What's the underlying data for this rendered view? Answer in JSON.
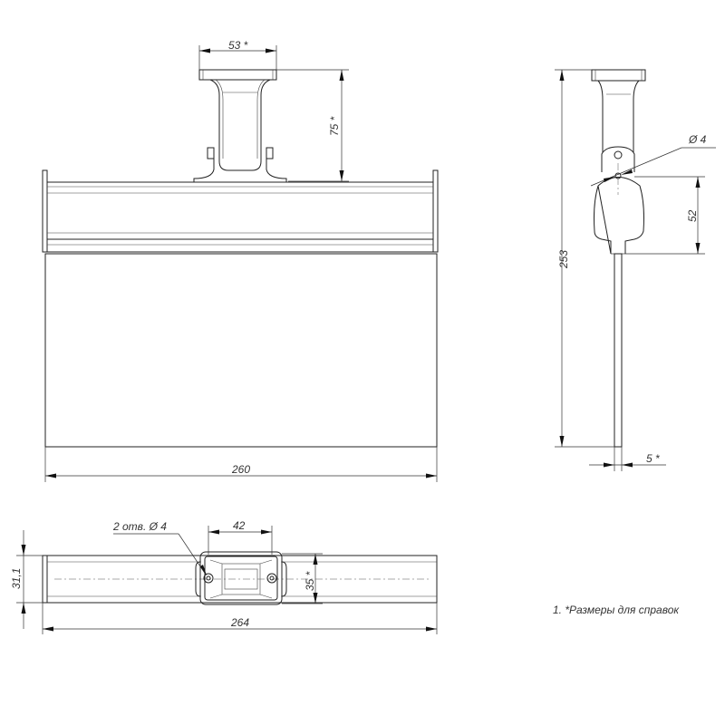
{
  "front_view": {
    "dim_width": "260",
    "dim_bracket_width": "53 *",
    "dim_bracket_height": "75 *"
  },
  "side_view": {
    "dim_total_height": "253",
    "dim_hole": "Ø 4",
    "dim_head_height": "52",
    "dim_thickness": "5 *"
  },
  "bottom_view": {
    "dim_depth": "31,1",
    "dim_hole_spacing": "42",
    "dim_holes_label": "2 отв. Ø 4",
    "dim_bracket_depth": "35 *",
    "dim_length": "264"
  },
  "notes": [
    "1.  *Размеры для справок"
  ]
}
